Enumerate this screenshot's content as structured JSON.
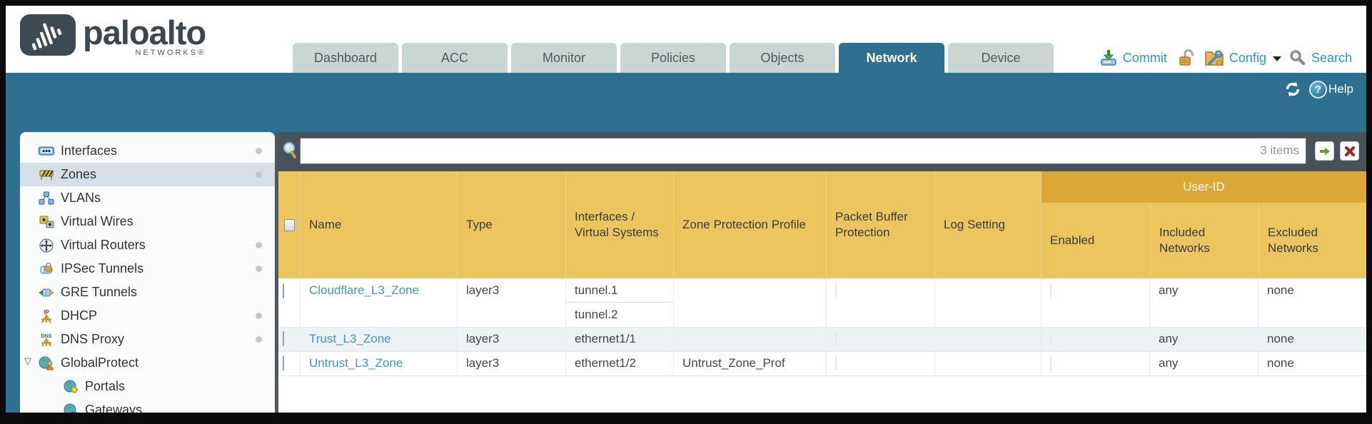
{
  "brand": {
    "name": "paloalto",
    "networks": "NETWORKS®"
  },
  "tabs": [
    {
      "label": "Dashboard",
      "active": false
    },
    {
      "label": "ACC",
      "active": false
    },
    {
      "label": "Monitor",
      "active": false
    },
    {
      "label": "Policies",
      "active": false
    },
    {
      "label": "Objects",
      "active": false
    },
    {
      "label": "Network",
      "active": true
    },
    {
      "label": "Device",
      "active": false
    }
  ],
  "utilities": {
    "commit_label": "Commit",
    "config_label": "Config",
    "search_label": "Search"
  },
  "teal_bar": {
    "help_label": "Help",
    "help_glyph": "?"
  },
  "sidebar": {
    "items": [
      {
        "label": "Interfaces",
        "icon": "interfaces-icon",
        "status_dot": true,
        "selected": false,
        "indent": 0
      },
      {
        "label": "Zones",
        "icon": "zones-icon",
        "status_dot": true,
        "selected": true,
        "indent": 0
      },
      {
        "label": "VLANs",
        "icon": "vlans-icon",
        "status_dot": false,
        "selected": false,
        "indent": 0
      },
      {
        "label": "Virtual Wires",
        "icon": "virtual-wires-icon",
        "status_dot": false,
        "selected": false,
        "indent": 0
      },
      {
        "label": "Virtual Routers",
        "icon": "virtual-routers-icon",
        "status_dot": true,
        "selected": false,
        "indent": 0
      },
      {
        "label": "IPSec Tunnels",
        "icon": "ipsec-tunnels-icon",
        "status_dot": true,
        "selected": false,
        "indent": 0
      },
      {
        "label": "GRE Tunnels",
        "icon": "gre-tunnels-icon",
        "status_dot": false,
        "selected": false,
        "indent": 0
      },
      {
        "label": "DHCP",
        "icon": "dhcp-icon",
        "status_dot": true,
        "selected": false,
        "indent": 0
      },
      {
        "label": "DNS Proxy",
        "icon": "dns-proxy-icon",
        "status_dot": true,
        "selected": false,
        "indent": 0
      },
      {
        "label": "GlobalProtect",
        "icon": "globalprotect-icon",
        "status_dot": false,
        "selected": false,
        "indent": 0,
        "expanded": true
      },
      {
        "label": "Portals",
        "icon": "portals-icon",
        "status_dot": false,
        "selected": false,
        "indent": 1
      },
      {
        "label": "Gateways",
        "icon": "gateways-icon",
        "status_dot": false,
        "selected": false,
        "indent": 1
      }
    ]
  },
  "filter": {
    "value": "",
    "items_count": "3 items"
  },
  "table": {
    "group_header": "User-ID",
    "columns": [
      "Name",
      "Type",
      "Interfaces / Virtual Systems",
      "Zone Protection Profile",
      "Packet Buffer Protection",
      "Log Setting",
      "Enabled",
      "Included Networks",
      "Excluded Networks"
    ],
    "rows": [
      {
        "name": "Cloudflare_L3_Zone",
        "type": "layer3",
        "interfaces": [
          "tunnel.1",
          "tunnel.2"
        ],
        "zone_protection_profile": "",
        "packet_buffer_protection": false,
        "log_setting": "",
        "user_id_enabled": false,
        "included_networks": "any",
        "excluded_networks": "none"
      },
      {
        "name": "Trust_L3_Zone",
        "type": "layer3",
        "interfaces": [
          "ethernet1/1"
        ],
        "zone_protection_profile": "",
        "packet_buffer_protection": false,
        "log_setting": "",
        "user_id_enabled": false,
        "included_networks": "any",
        "excluded_networks": "none"
      },
      {
        "name": "Untrust_L3_Zone",
        "type": "layer3",
        "interfaces": [
          "ethernet1/2"
        ],
        "zone_protection_profile": "Untrust_Zone_Prof",
        "packet_buffer_protection": false,
        "log_setting": "",
        "user_id_enabled": false,
        "included_networks": "any",
        "excluded_networks": "none"
      }
    ]
  },
  "colors": {
    "teal_band": "#2f6f8f",
    "slate_filter_bar": "#47525c",
    "gold_header": "#edc55e",
    "gold_userid_band": "#dba836",
    "link_blue": "#3a98be",
    "utility_blue": "#2e96c8",
    "tab_inactive": "#c9d6d2",
    "selected_sidebar_row": "#d5e0e6"
  }
}
